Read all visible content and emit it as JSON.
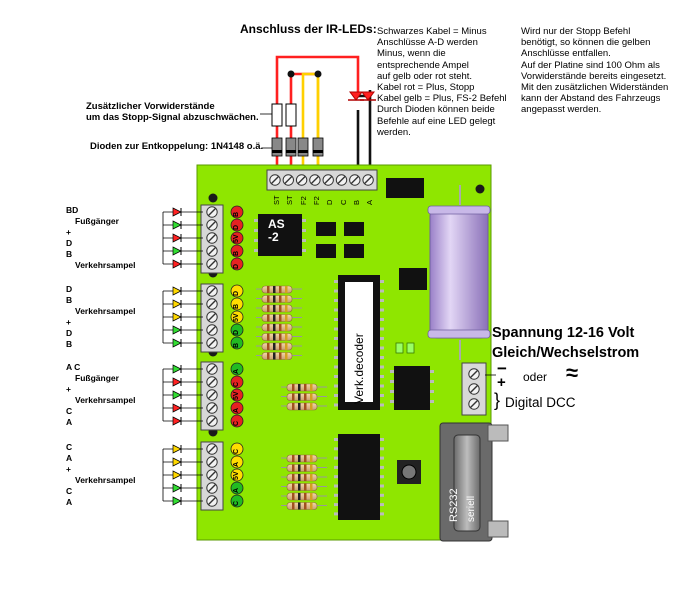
{
  "labels": {
    "ir_title": "Anschluss der IR-LEDs:",
    "ir_text_left": "Schwarzes Kabel = Minus\nAnschlüsse A-D werden\nMinus, wenn die\nentsprechende Ampel\nauf gelb oder rot steht.\nKabel rot = Plus, Stopp\nKabel gelb = Plus, FS-2 Befehl\nDurch Dioden können beide\nBefehle auf eine LED gelegt\nwerden.",
    "ir_text_right": "Wird nur der Stopp Befehl\nbenötigt, so können die gelben\nAnschlüsse entfallen.\nAuf der Platine sind 100 Ohm als\nVorwiderstände bereits eingesetzt.\nMit den zusätzlichen Widerständen\nkann der Abstand des Fahrzeugs\nangepasst werden.",
    "resistor_note": "Zusätzlicher Vorwiderstände\num das Stopp-Signal abzuschwächen.",
    "diode_note": "Dioden zur Entkoppelung: 1N4148 o.ä.",
    "power_1": "Spannung 12-16 Volt",
    "power_2": "Gleich/Wechselstrom",
    "minus": "−",
    "plus": "+",
    "oder": "oder",
    "ac_symbol": "≈",
    "brace": "}",
    "digital": "Digital DCC"
  },
  "chips": {
    "as2": "AS\n-2",
    "decoder": "Verk.decoder",
    "rs232_1": "RS232",
    "rs232_2": "seriell"
  },
  "terminals": [
    "ST",
    "ST",
    "F2",
    "F2",
    "D",
    "C",
    "B",
    "A"
  ],
  "groups": [
    {
      "side": [
        "BD",
        "Fußgänger",
        "+",
        "D",
        "B",
        "Verkehrsampel"
      ],
      "pins": [
        "B",
        "D",
        "5V",
        "B",
        "D"
      ],
      "led_colors": [
        "#ff2222",
        "#33dd33",
        "#ff2222",
        "#33dd33",
        "#ff2222"
      ]
    },
    {
      "side": [
        "D",
        "B",
        "Verkehrsampel",
        "+",
        "D",
        "B"
      ],
      "pins": [
        "D",
        "B",
        "5V",
        "D",
        "B"
      ],
      "led_colors": [
        "#ffd800",
        "#ffd800",
        "#ffd800",
        "#33dd33",
        "#33dd33"
      ]
    },
    {
      "side": [
        "A C",
        "Fußgänger",
        "+",
        "Verkehrsampel",
        "C",
        "A"
      ],
      "pins": [
        "A",
        "C",
        "5V",
        "A",
        "C"
      ],
      "led_colors": [
        "#33dd33",
        "#ff2222",
        "#33dd33",
        "#ff2222",
        "#ff2222"
      ]
    },
    {
      "side": [
        "C",
        "A",
        "+",
        "Verkehrsampel",
        "C",
        "A"
      ],
      "pins": [
        "C",
        "A",
        "5V",
        "A",
        "C"
      ],
      "led_colors": [
        "#ffd800",
        "#ffd800",
        "#ffd800",
        "#33dd33",
        "#33dd33"
      ]
    }
  ],
  "colors": {
    "board": "#8fe600",
    "wire_red": "#ff2020",
    "wire_yellow": "#ffd000",
    "wire_black": "#111111",
    "led_red": "#ff2222",
    "led_yellow": "#ffd800",
    "led_green": "#33dd33",
    "capacitor": "#b49cd8"
  },
  "icons": [
    "diode-icon",
    "resistor-icon",
    "led-icon",
    "screw-terminal-icon",
    "capacitor-icon",
    "pushbutton-icon",
    "db9-connector-icon"
  ]
}
